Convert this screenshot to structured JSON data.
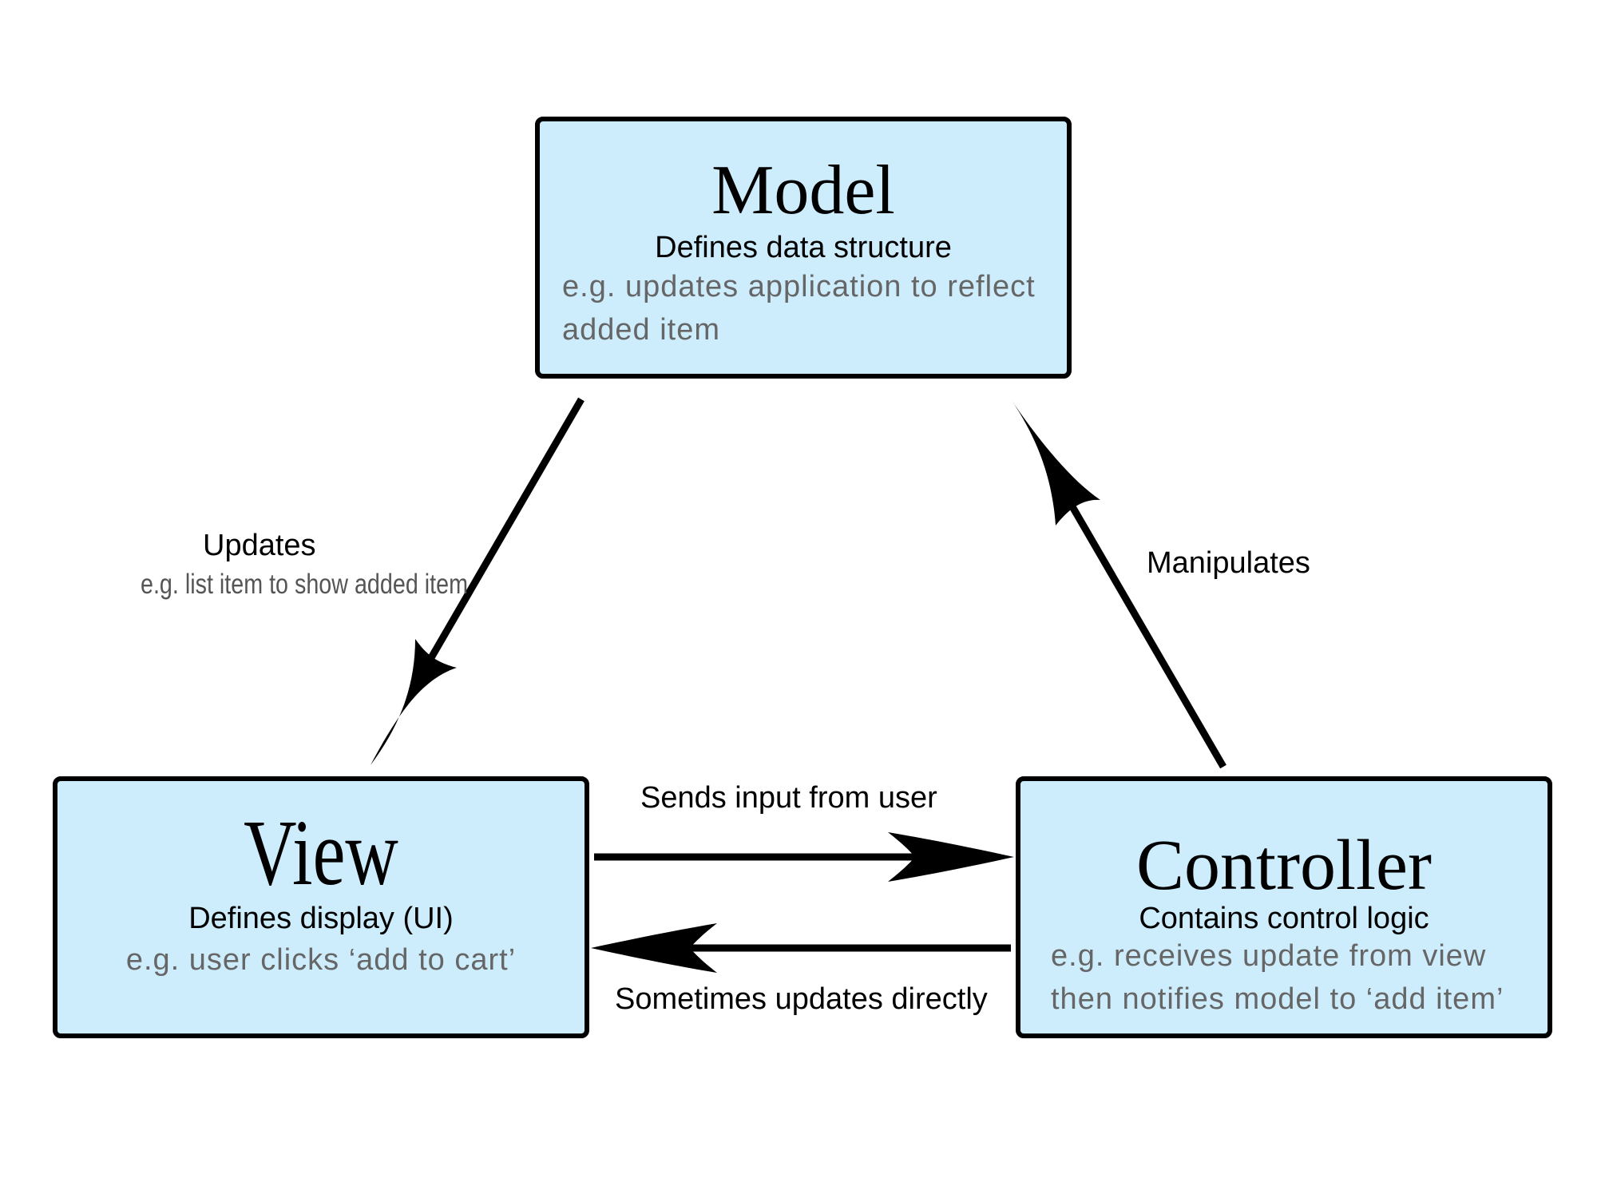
{
  "colors": {
    "box_fill": "#cdedfd",
    "box_border": "#000000",
    "example_text": "#666666",
    "arrow": "#000000"
  },
  "nodes": {
    "model": {
      "title": "Model",
      "subtitle": "Defines data structure",
      "example": "e.g. updates application to reflect added item"
    },
    "view": {
      "title": "View",
      "subtitle": "Defines display (UI)",
      "example": "e.g. user clicks ‘add to cart’"
    },
    "controller": {
      "title": "Controller",
      "subtitle": "Contains control logic",
      "example": "e.g. receives update from view then notifies model to ‘add item’"
    }
  },
  "edges": {
    "model_to_view": {
      "label": "Updates",
      "example": "e.g. list item to show added item"
    },
    "controller_to_model": {
      "label": "Manipulates"
    },
    "view_to_controller": {
      "label": "Sends input from user"
    },
    "controller_to_view": {
      "label": "Sometimes updates directly"
    }
  }
}
